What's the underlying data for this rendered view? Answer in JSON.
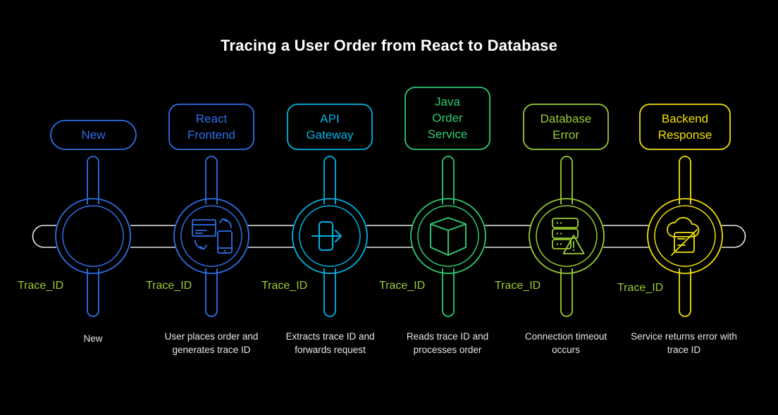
{
  "page": {
    "title": "Tracing a User Order from React to Database",
    "background_color": "#000000",
    "title_color": "#ffffff",
    "connector_color": "#e8e8e8",
    "trace_label_color": "#9acd32"
  },
  "nodes": [
    {
      "id": "new",
      "pill_label": "New",
      "color": "#2f6fe8",
      "icon": "empty-circle-icon",
      "trace_label": "Trace_ID",
      "caption": "New"
    },
    {
      "id": "react-frontend",
      "pill_label": "React\nFrontend",
      "color": "#2f6fe8",
      "icon": "card-mobile-transfer-icon",
      "trace_label": "Trace_ID",
      "caption": "User places order and generates trace ID"
    },
    {
      "id": "api-gateway",
      "pill_label": "API\nGateway",
      "color": "#00b2e3",
      "icon": "gateway-arrow-icon",
      "trace_label": "Trace_ID",
      "caption": "Extracts trace ID and forwards request"
    },
    {
      "id": "java-order-service",
      "pill_label": "Java\nOrder\nService",
      "color": "#2ecc71",
      "icon": "cube-box-icon",
      "trace_label": "Trace_ID",
      "caption": "Reads trace ID and processes order"
    },
    {
      "id": "database-error",
      "pill_label": "Database\nError",
      "color": "#9acd32",
      "icon": "database-warning-icon",
      "trace_label": "Trace_ID",
      "caption": "Connection timeout occurs"
    },
    {
      "id": "backend-response",
      "pill_label": "Backend\nResponse",
      "color": "#f2e205",
      "icon": "cloud-error-disabled-icon",
      "trace_label": "Trace_ID",
      "caption": "Service returns error with trace ID"
    }
  ]
}
